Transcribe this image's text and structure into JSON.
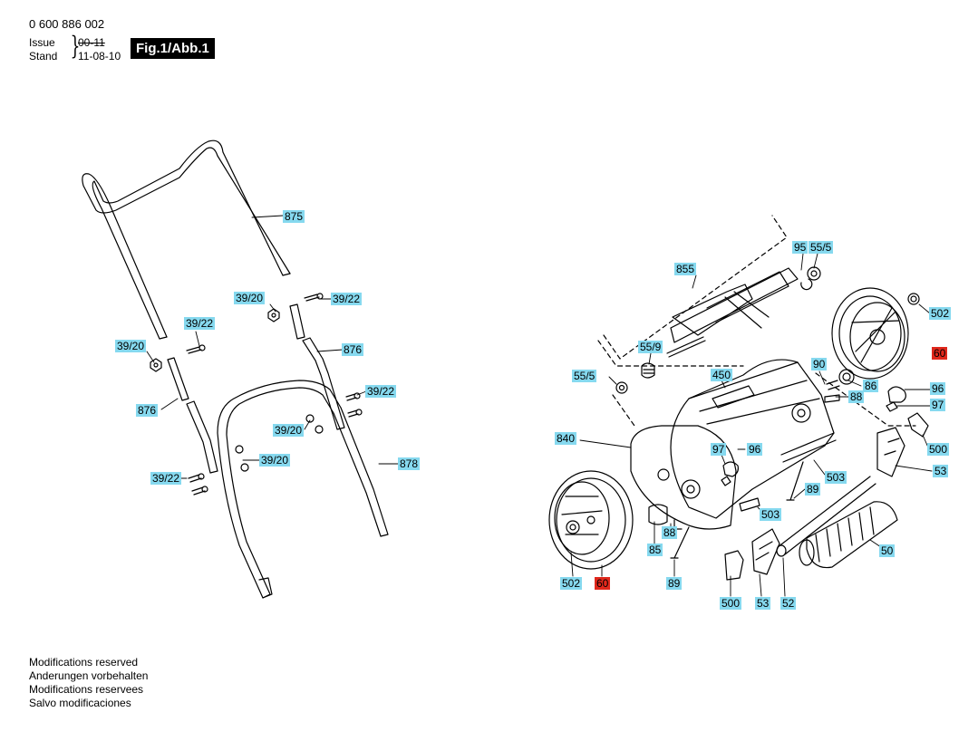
{
  "header": {
    "part_number": "0 600 886 002",
    "issue_label": "Issue",
    "stand_label": "Stand",
    "issue_value": "00-11",
    "stand_value": "11-08-10",
    "figure_title": "Fig.1/Abb.1"
  },
  "callouts": {
    "c875": "875",
    "c39_20_a": "39/20",
    "c39_22_a": "39/22",
    "c39_22_b": "39/22",
    "c39_20_b": "39/20",
    "c876_a": "876",
    "c876_b": "876",
    "c39_22_c": "39/22",
    "c39_20_c": "39/20",
    "c39_20_d": "39/20",
    "c39_22_d": "39/22",
    "c878": "878",
    "c855": "855",
    "c95": "95",
    "c55_5_a": "55/5",
    "c502_a": "502",
    "c55_9": "55/9",
    "c60_a": "60",
    "c55_5_b": "55/5",
    "c450": "450",
    "c90": "90",
    "c86": "86",
    "c88_a": "88",
    "c96_a": "96",
    "c97_a": "97",
    "c840": "840",
    "c97_b": "97",
    "c96_b": "96",
    "c500_a": "500",
    "c503_a": "503",
    "c53_a": "53",
    "c89_a": "89",
    "c503_b": "503",
    "c88_b": "88",
    "c85": "85",
    "c50": "50",
    "c502_b": "502",
    "c60_b": "60",
    "c89_b": "89",
    "c500_b": "500",
    "c53_b": "53",
    "c52": "52"
  },
  "colors": {
    "callout_bg": "#86d9ef",
    "callout_highlight": "#e0281c"
  },
  "notes": [
    "Modifications reserved",
    "Anderungen vorbehalten",
    "Modifications reservees",
    "Salvo modificaciones"
  ]
}
